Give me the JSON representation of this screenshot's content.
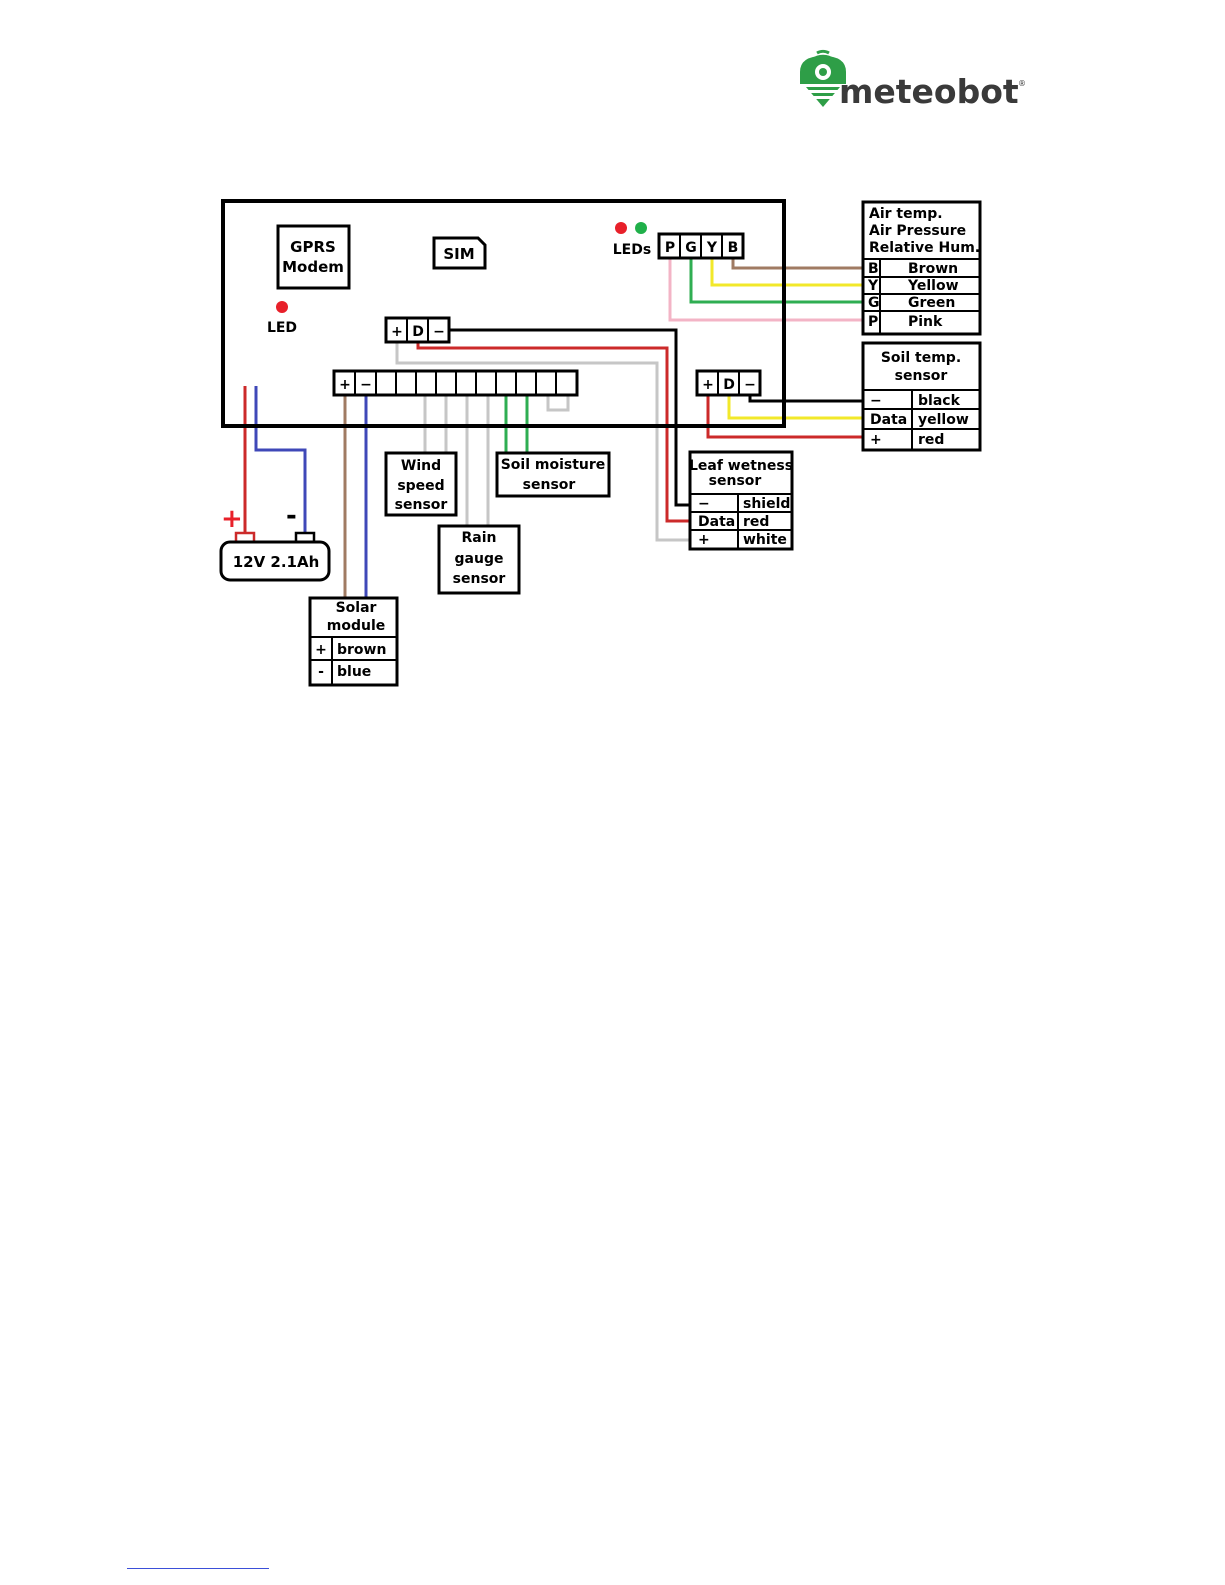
{
  "logo": {
    "text": "meteobot",
    "registered": "®",
    "colors": {
      "brand_green": "#2e9e47",
      "text_dark": "#3a3a3a"
    }
  },
  "diagram": {
    "gprs_modem": [
      "GPRS",
      "Modem"
    ],
    "sim": "SIM",
    "led": "LED",
    "leds": "LEDs",
    "connector_pgyb": [
      "P",
      "G",
      "Y",
      "B"
    ],
    "connector_plus_d_minus": [
      "+",
      "D",
      "−"
    ],
    "power_terminal": [
      "+",
      "−"
    ],
    "air_sensor": {
      "title": [
        "Air temp.",
        "Air Pressure",
        "Relative Hum."
      ],
      "rows": [
        {
          "pin": "B",
          "wire": "Brown"
        },
        {
          "pin": "Y",
          "wire": "Yellow"
        },
        {
          "pin": "G",
          "wire": "Green"
        },
        {
          "pin": "P",
          "wire": "Pink"
        }
      ]
    },
    "soil_temp": {
      "title": [
        "Soil temp.",
        "sensor"
      ],
      "rows": [
        {
          "pin": "−",
          "wire": "black"
        },
        {
          "pin": "Data",
          "wire": "yellow"
        },
        {
          "pin": "+",
          "wire": "red"
        }
      ]
    },
    "leaf_wetness": {
      "title": [
        "Leaf wetness",
        "sensor"
      ],
      "rows": [
        {
          "pin": "−",
          "wire": "shield"
        },
        {
          "pin": "Data",
          "wire": "red"
        },
        {
          "pin": "+",
          "wire": "white"
        }
      ]
    },
    "wind_speed": [
      "Wind",
      "speed",
      "sensor"
    ],
    "soil_moisture": [
      "Soil moisture",
      "sensor"
    ],
    "rain_gauge": [
      "Rain",
      "gauge",
      "sensor"
    ],
    "battery": {
      "label": "12V  2.1Ah",
      "plus": "+",
      "minus": "-"
    },
    "solar_module": {
      "title": [
        "Solar",
        "module"
      ],
      "rows": [
        {
          "pin": "+",
          "wire": "brown"
        },
        {
          "pin": "-",
          "wire": "blue"
        }
      ]
    },
    "wire_colors": {
      "red": "#cc2a2a",
      "blue": "#3f48b8",
      "brown": "#a07b63",
      "yellow": "#f2e82a",
      "green": "#2fae52",
      "pink": "#f3b4c6",
      "gray": "#c6c6c6",
      "black": "#000000",
      "led_red": "#e8202a",
      "led_green": "#20b04a"
    }
  }
}
